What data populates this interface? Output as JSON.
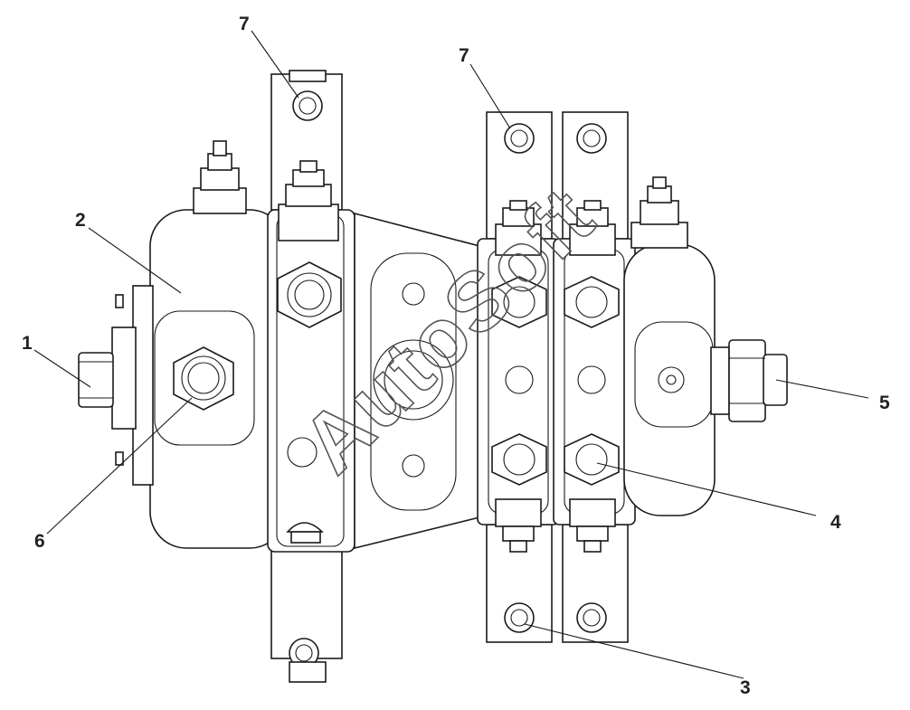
{
  "watermark": "AutoSoft",
  "callouts": [
    {
      "id": "1",
      "label": "1"
    },
    {
      "id": "2",
      "label": "2"
    },
    {
      "id": "3",
      "label": "3"
    },
    {
      "id": "4",
      "label": "4"
    },
    {
      "id": "5",
      "label": "5"
    },
    {
      "id": "6",
      "label": "6"
    },
    {
      "id": "7a",
      "label": "7"
    },
    {
      "id": "7b",
      "label": "7"
    }
  ]
}
